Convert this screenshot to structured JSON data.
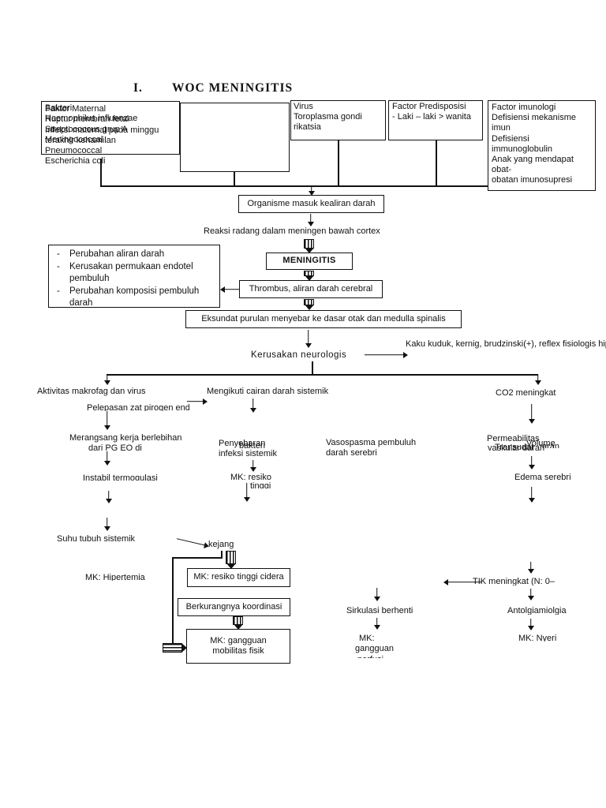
{
  "title": {
    "numeral": "I.",
    "text": "WOC MENINGITIS"
  },
  "bullet_char": "-",
  "causes": {
    "bakteri": [
      "Bakteri",
      "Haemophilus influenzae",
      "Streptococcus grup A",
      "Meningococcal",
      "Pneumococcal",
      "Escherichia coli"
    ],
    "maternal": [
      "Faktor Maternal",
      "Ruptur membran fetal",
      "Infeksi maternal pada minggu",
      "terakhir kehamilan"
    ],
    "virus": [
      "Virus",
      "Toroplasma gondi",
      "rikatsia"
    ],
    "predisposisi": [
      "Factor Predisposisi",
      "- Laki – laki > wanita"
    ],
    "imunologi": [
      "Factor imunologi",
      "Defisiensi mekanisme imun",
      "Defisiensi immunoglobulin",
      "Anak yang mendapat obat-",
      "obatan imunosupresi"
    ]
  },
  "core": {
    "organisme": "Organisme masuk kealiran darah",
    "reaksi": "Reaksi radang dalam meningen bawah cortex",
    "meningitis": "MENINGITIS",
    "thrombus": "Thrombus, aliran darah cerebral",
    "eksundat": "Eksundat purulan menyebar ke dasar otak dan medulla spinalis",
    "vascular_changes": [
      "Perubahan aliran darah",
      "Kerusakan permukaan endotel pembuluh",
      "Perubahan komposisi pembuluh darah"
    ],
    "kerusakan": "Kerusakan neurologis",
    "kaku": "Kaku kuduk, kernig, brudzinski(+), reflex fisiologis hip"
  },
  "left": {
    "aktivitas": "Aktivitas makrofag dan virus",
    "pelepasan": "Pelepasan zat pirogen endogen",
    "merangsang1": "Merangsang kerja berlebihan",
    "merangsang2": "dari PG EO di",
    "instabil": "Instabil termogulasi",
    "suhu": "Suhu tubuh sistemik",
    "kejang": "kejang",
    "hipertemia": "MK: Hipertemia",
    "resiko_cidera": "MK: resiko tinggi cidera",
    "koordinasi": "Berkurangnya koordinasi",
    "gangguan1": "MK: gangguan",
    "gangguan2": "mobilitas fisik"
  },
  "middle": {
    "mengikuti": "Mengikuti cairan darah sistemik",
    "penyebaran": "Penyebaran",
    "penyebaran_overlap": "bakteri",
    "infeksi": "infeksi sistemik",
    "mk_resiko1": "MK: resiko",
    "mk_resiko2": "tinggi",
    "vasospasma1": "Vasospasma pembuluh",
    "vasospasma2": "darah serebri",
    "sirkulasi": "Sirkulasi berhenti",
    "mk_gangguan1": "MK:",
    "mk_gangguan2": "gangguan",
    "mk_gangguan3": "perfusi"
  },
  "right": {
    "co2": "CO2 meningkat",
    "permeabilitas": "Permeabilitas",
    "volume": "Volume",
    "vaskular": "vaskular darah",
    "transudat": "Transudat",
    "fragment": "aran",
    "edema": "Edema serebri",
    "tik": "TIK meningkat (N: 0–",
    "antolgia": "Antolgiamiolgia",
    "nyeri": "MK: Nyeri"
  }
}
